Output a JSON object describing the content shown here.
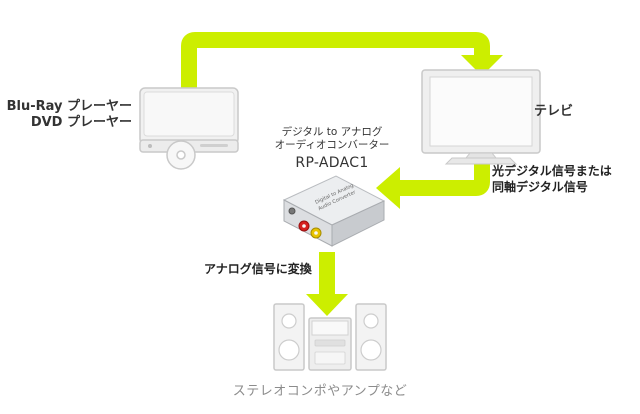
{
  "colors": {
    "arrow": "#ccee00",
    "device_line": "#c8c8c8",
    "device_fill": "#f0f0f0",
    "converter_body": "#d9dadc",
    "rca_red": "#d62020",
    "rca_yellow": "#e8c400"
  },
  "labels": {
    "source": [
      "Blu-Ray プレーヤー",
      "DVD プレーヤー"
    ],
    "tv": "テレビ",
    "converter_caption": [
      "デジタル to アナログ",
      "オーディオコンバーター"
    ],
    "converter_model": "RP-ADAC1",
    "digital_input": [
      "光デジタル信号または",
      "同軸デジタル信号"
    ],
    "analog_output": "アナログ信号に変換",
    "stereo": "ステレオコンポやアンプなど"
  },
  "icons": {
    "source_device": "blu-ray-player-icon",
    "tv": "television-icon",
    "converter": "audio-converter-icon",
    "stereo": "stereo-system-icon",
    "arrows": "arrow-icon"
  }
}
